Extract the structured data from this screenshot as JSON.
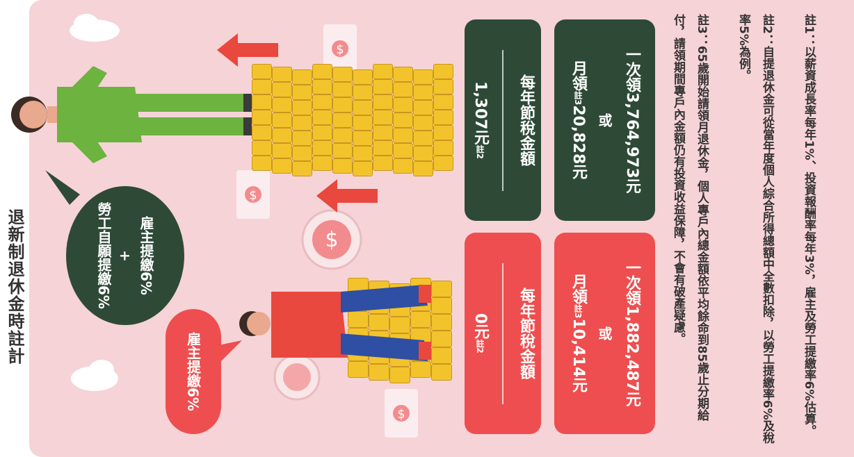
{
  "header": {
    "text": "退新制退休金時註計"
  },
  "green_bubble": {
    "line1": "勞工自願提繳6%",
    "plus": "+",
    "line2": "雇主提繳6%"
  },
  "red_bubble": {
    "text": "雇主提繳6%"
  },
  "green_card_top": {
    "title": "每年節稅金額",
    "value": "1,307元",
    "note": "註2"
  },
  "green_card_bottom": {
    "lump": "一次領3,764,973元",
    "or": "或",
    "monthly_prefix": "月領",
    "note": "註3",
    "monthly_value": "20,828元"
  },
  "red_card_top": {
    "title": "每年節稅金額",
    "value": "0元",
    "note": "註2"
  },
  "red_card_bottom": {
    "lump": "一次領1,882,487元",
    "or": "或",
    "monthly_prefix": "月領",
    "note": "註3",
    "monthly_value": "10,414元"
  },
  "notes": [
    "註1：以薪資成長率每年1%、投資報酬率每年3%，雇主及勞工提繳率6%估算。",
    "註2：自提退休金可從當年度個人綜合所得總額中全數扣除，以勞工提繳率6%及稅率5%為例。",
    "註3：65歲開始請領月退休金，個人專戶內總金額依平均餘命到85歲止分期給付，請領期間專戶內金額仍有投資收益保障，不會有破產疑慮。"
  ],
  "colors": {
    "panel": "#f6d3d6",
    "green": "#2e4a36",
    "red": "#ee4e4f",
    "coin": "#f3c32c",
    "arrow": "#e8483e"
  },
  "icons": [
    "dollar-coin-icon",
    "banknote-icon",
    "up-arrow-icon",
    "woman-figure",
    "man-figure"
  ]
}
